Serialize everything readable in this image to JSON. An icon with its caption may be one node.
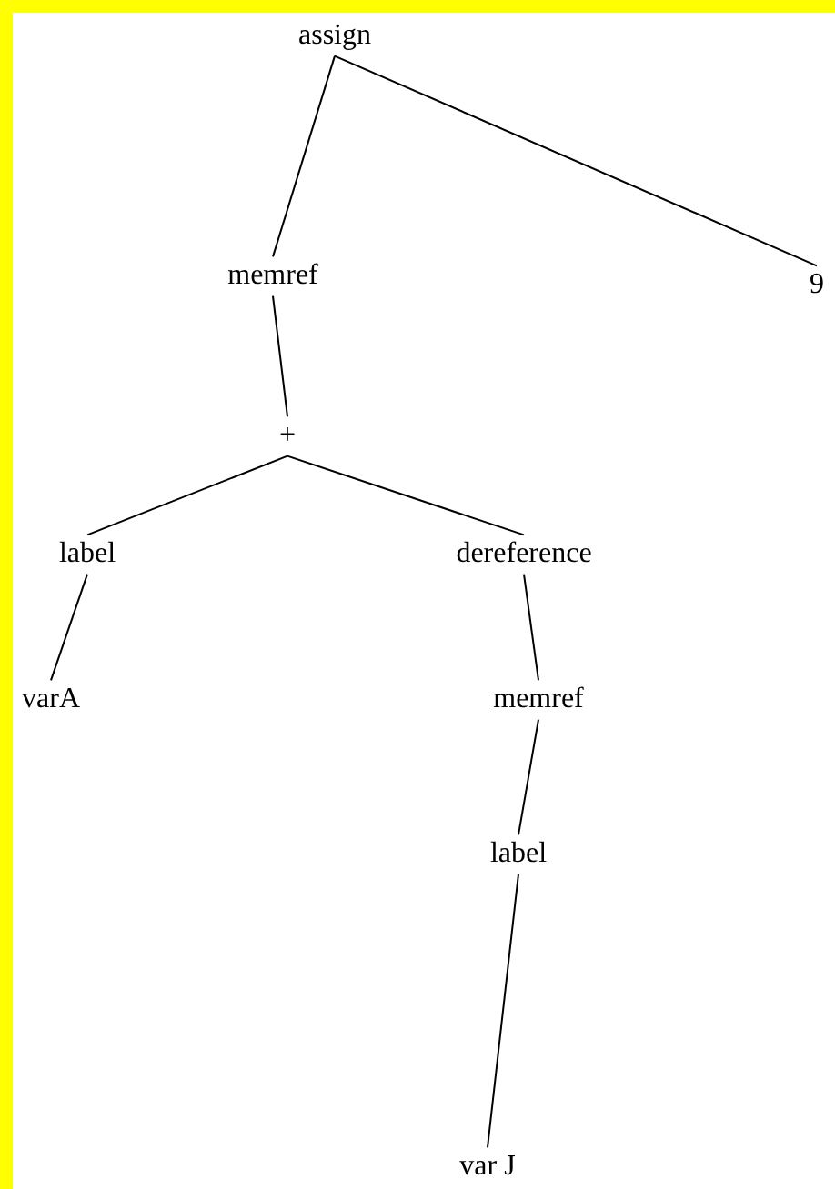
{
  "diagram": {
    "nodes": [
      {
        "text": [
          "assign"
        ]
      },
      {
        "text": [
          "memref"
        ]
      },
      {
        "text": [
          "9"
        ]
      },
      {
        "text": [
          "+"
        ]
      },
      {
        "text": [
          "label"
        ]
      },
      {
        "text": [
          "dereference"
        ]
      },
      {
        "text": [
          "varA"
        ]
      },
      {
        "text": [
          "memref"
        ]
      },
      {
        "text": [
          "label"
        ]
      },
      {
        "text": [
          "var J"
        ]
      }
    ],
    "edges": [
      {
        "from": 0,
        "to": 1,
        "arrow": "none"
      },
      {
        "from": 0,
        "to": 2,
        "arrow": "none"
      },
      {
        "from": 1,
        "to": 3,
        "arrow": "none"
      },
      {
        "from": 3,
        "to": 4,
        "arrow": "none"
      },
      {
        "from": 3,
        "to": 5,
        "arrow": "none"
      },
      {
        "from": 4,
        "to": 6,
        "arrow": "none"
      },
      {
        "from": 5,
        "to": 7,
        "arrow": "none"
      },
      {
        "from": 7,
        "to": 8,
        "arrow": "none"
      },
      {
        "from": 8,
        "to": 9,
        "arrow": "none"
      }
    ]
  }
}
